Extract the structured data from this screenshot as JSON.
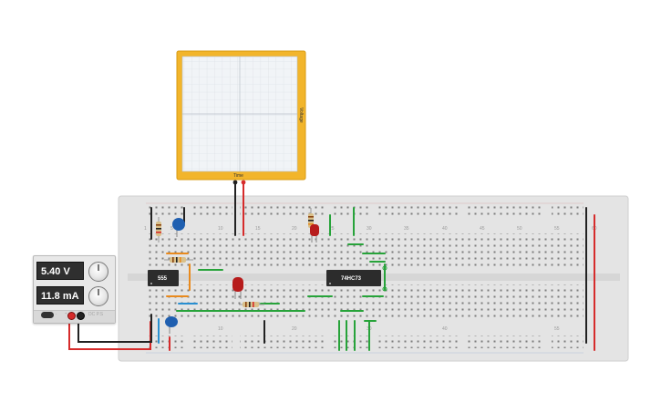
{
  "power_supply": {
    "voltage": "5.40 V",
    "current": "11.8 mA",
    "plus_label": "+",
    "minus_label": "-",
    "model": "DC P.S"
  },
  "oscilloscope": {
    "x_label": "Time",
    "y_label": "Voltage"
  },
  "chips": {
    "timer": "555",
    "counter": "74HC73"
  },
  "breadboard": {
    "column_numbers": [
      "1",
      "5",
      "10",
      "15",
      "20",
      "25",
      "30",
      "35",
      "40",
      "45",
      "50",
      "55",
      "60"
    ]
  },
  "colors": {
    "scope_frame": "#f0b429",
    "breadboard": "#e3e3e3",
    "wire_red": "#d62b2b",
    "wire_black": "#222222",
    "wire_green": "#27a33a",
    "wire_blue": "#2a8fd1",
    "wire_orange": "#e98a1d",
    "chip": "#2c2c2c"
  }
}
